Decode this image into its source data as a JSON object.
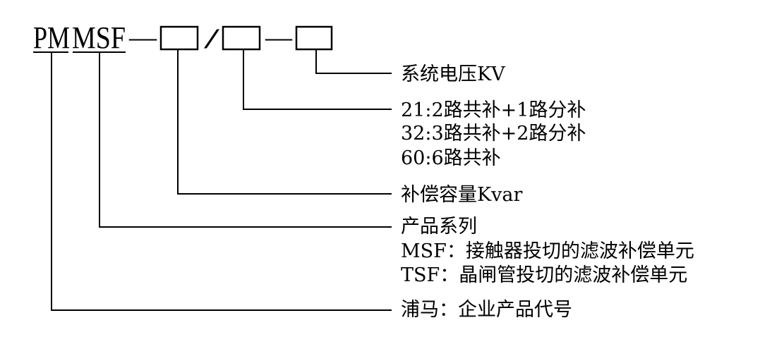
{
  "model_code": {
    "prefix_pm": "PM",
    "series_msf": "MSF",
    "separator_dash_1": "—",
    "separator_slash": "/",
    "separator_dash_2": "—"
  },
  "labels": {
    "voltage": "系统电压KV",
    "channel_options": [
      "21:2路共补+1路分补",
      "32:3路共补+2路分补",
      "60:6路共补"
    ],
    "capacity": "补偿容量Kvar",
    "series": "产品系列",
    "series_options": [
      "MSF：接触器投切的滤波补偿单元",
      "TSF：晶闸管投切的滤波补偿单元"
    ],
    "company": "浦马：企业产品代号"
  }
}
